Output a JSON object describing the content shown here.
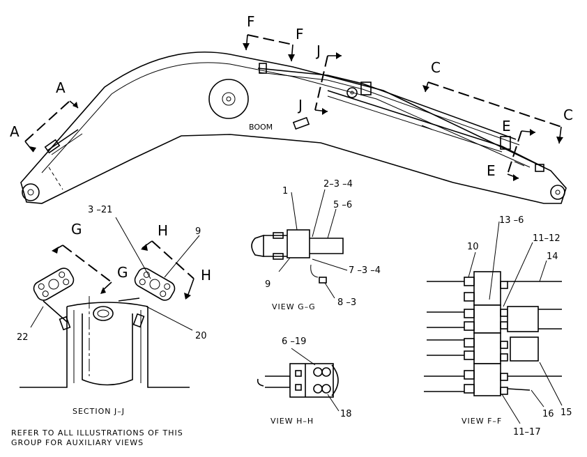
{
  "section_markers": {
    "A": "A",
    "F": "F",
    "J": "J",
    "C": "C",
    "E": "E",
    "G": "G",
    "H": "H"
  },
  "boom_label": "BOOM",
  "section_jj": {
    "caption": "SECTION J–J",
    "callouts": [
      "3 –21",
      "22",
      "20"
    ]
  },
  "view_gg": {
    "caption": "VIEW G–G",
    "callouts": [
      "1",
      "2–3 –4",
      "5 –6",
      "7 –3 –4",
      "9",
      "8 –3"
    ]
  },
  "view_hh": {
    "caption": "VIEW H–H",
    "callouts": [
      "6 –19",
      "18"
    ]
  },
  "view_ff": {
    "caption": "VIEW F–F",
    "callouts": [
      "10",
      "13 –6",
      "11–12",
      "14",
      "15",
      "16",
      "11–17"
    ]
  },
  "hh_callout_9": "9",
  "note": [
    "REFER TO ALL ILLUSTRATIONS OF THIS",
    "GROUP FOR AUXILIARY VIEWS"
  ]
}
